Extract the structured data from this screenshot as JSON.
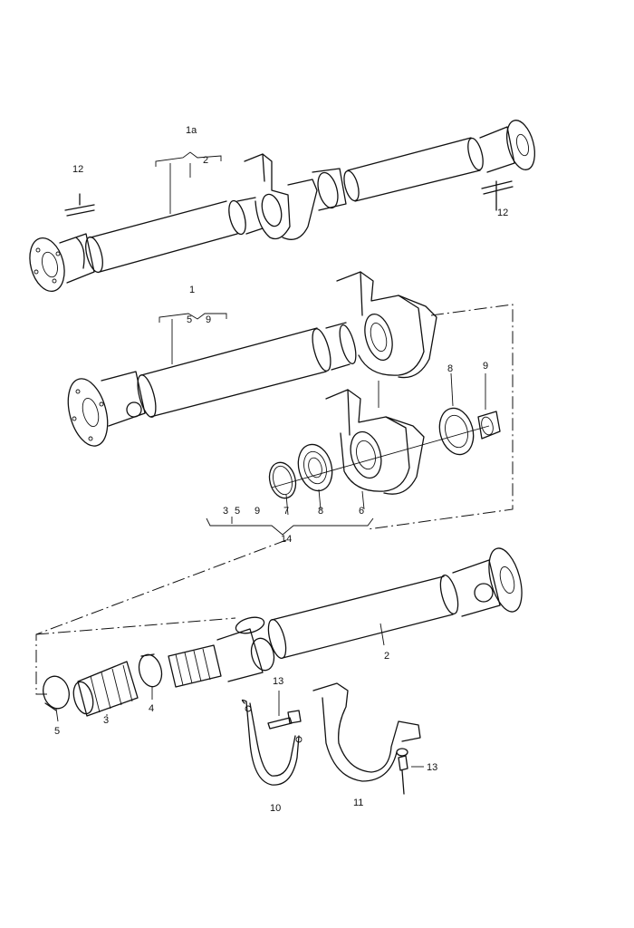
{
  "callouts": {
    "shaft_1a": "1a",
    "shaft_1a_part2": "2",
    "bolt_12_left": "12",
    "bolt_12_right": "12",
    "shaft_1": "1",
    "shaft_1_part5": "5",
    "shaft_1_part9": "9",
    "ring_8_upper": "8",
    "washer_9": "9",
    "clip_7": "7",
    "ring_8_lower": "8",
    "bearing_6": "6",
    "kit_part3": "3",
    "kit_part5": "5",
    "kit_part9": "9",
    "kit_14": "14",
    "shaft_2": "2",
    "clamp_5": "5",
    "boot_3": "3",
    "clamp_4": "4",
    "bolt_13_top": "13",
    "bolt_13_right": "13",
    "bracket_10": "10",
    "bracket_11": "11"
  }
}
